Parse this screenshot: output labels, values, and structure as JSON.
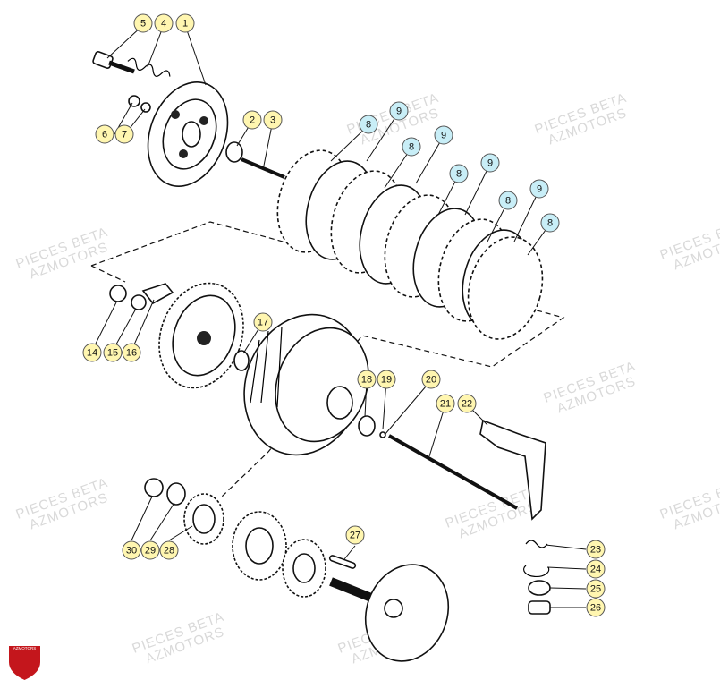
{
  "colors": {
    "callout_yellow": "#fff6b0",
    "callout_cyan": "#c8eef7",
    "watermark": "#d9d9d9",
    "logo_red": "#c4161c"
  },
  "watermarks": [
    "PIECES BETA",
    "AZMOTORS"
  ],
  "logo": {
    "text": "AZMOTORS"
  },
  "callouts": [
    {
      "id": "c5",
      "label": "5",
      "tone": "yellow"
    },
    {
      "id": "c4",
      "label": "4",
      "tone": "yellow"
    },
    {
      "id": "c1",
      "label": "1",
      "tone": "yellow"
    },
    {
      "id": "c2",
      "label": "2",
      "tone": "yellow"
    },
    {
      "id": "c3",
      "label": "3",
      "tone": "yellow"
    },
    {
      "id": "c6",
      "label": "6",
      "tone": "yellow"
    },
    {
      "id": "c7",
      "label": "7",
      "tone": "yellow"
    },
    {
      "id": "c8a",
      "label": "8",
      "tone": "cyan"
    },
    {
      "id": "c9a",
      "label": "9",
      "tone": "cyan"
    },
    {
      "id": "c8b",
      "label": "8",
      "tone": "cyan"
    },
    {
      "id": "c9b",
      "label": "9",
      "tone": "cyan"
    },
    {
      "id": "c8c",
      "label": "8",
      "tone": "cyan"
    },
    {
      "id": "c9c",
      "label": "9",
      "tone": "cyan"
    },
    {
      "id": "c8d",
      "label": "8",
      "tone": "cyan"
    },
    {
      "id": "c9d",
      "label": "9",
      "tone": "cyan"
    },
    {
      "id": "c8e",
      "label": "8",
      "tone": "cyan"
    },
    {
      "id": "c14",
      "label": "14",
      "tone": "yellow"
    },
    {
      "id": "c15",
      "label": "15",
      "tone": "yellow"
    },
    {
      "id": "c16",
      "label": "16",
      "tone": "yellow"
    },
    {
      "id": "c17",
      "label": "17",
      "tone": "yellow"
    },
    {
      "id": "c18",
      "label": "18",
      "tone": "yellow"
    },
    {
      "id": "c19",
      "label": "19",
      "tone": "yellow"
    },
    {
      "id": "c20",
      "label": "20",
      "tone": "yellow"
    },
    {
      "id": "c21",
      "label": "21",
      "tone": "yellow"
    },
    {
      "id": "c22",
      "label": "22",
      "tone": "yellow"
    },
    {
      "id": "c23",
      "label": "23",
      "tone": "yellow"
    },
    {
      "id": "c24",
      "label": "24",
      "tone": "yellow"
    },
    {
      "id": "c25",
      "label": "25",
      "tone": "yellow"
    },
    {
      "id": "c26",
      "label": "26",
      "tone": "yellow"
    },
    {
      "id": "c27",
      "label": "27",
      "tone": "yellow"
    },
    {
      "id": "c28",
      "label": "28",
      "tone": "yellow"
    },
    {
      "id": "c29",
      "label": "29",
      "tone": "yellow"
    },
    {
      "id": "c30",
      "label": "30",
      "tone": "yellow"
    }
  ]
}
